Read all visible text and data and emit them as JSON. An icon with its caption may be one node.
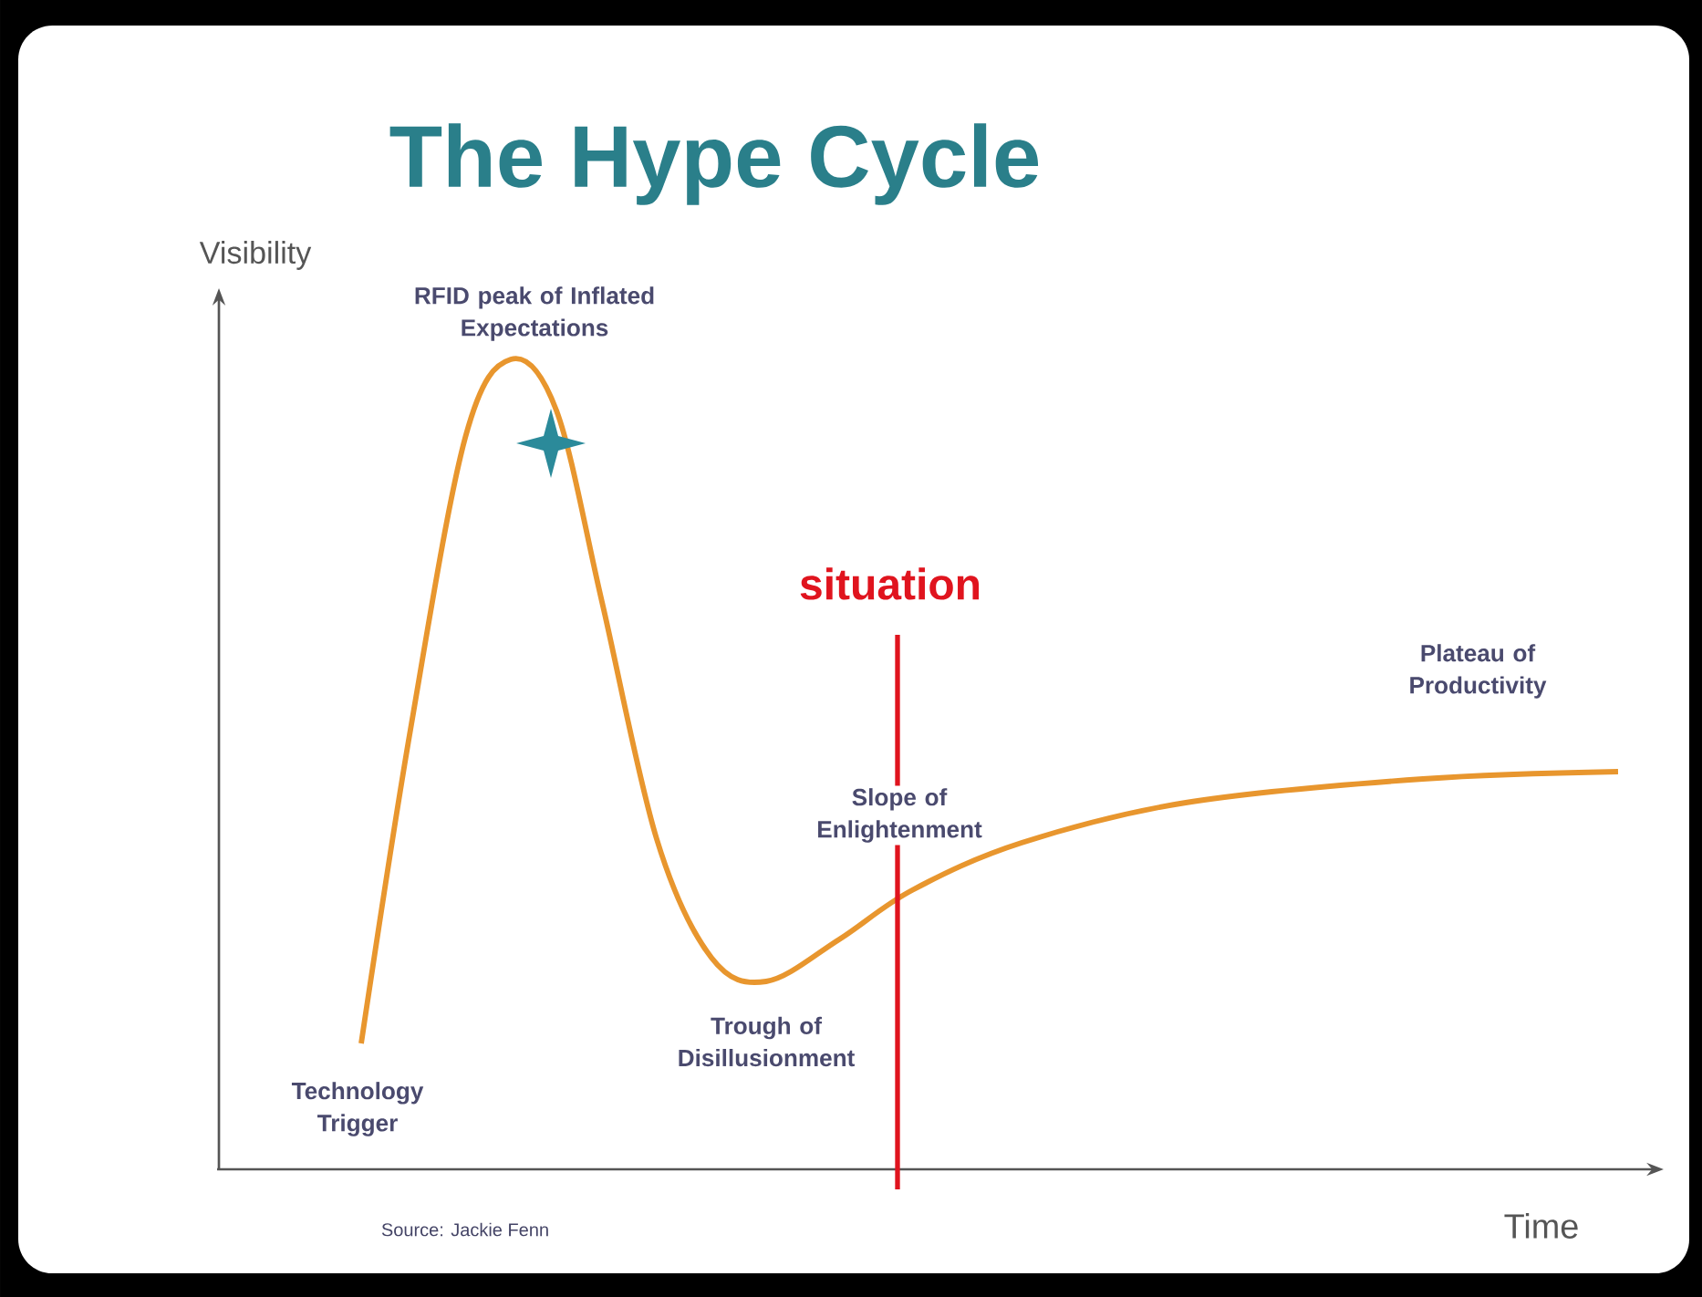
{
  "diagram": {
    "title": "The Hype Cycle",
    "labels": [
      "Visibility",
      "RFID peak of Inflated Expectations",
      "situation",
      "Plateau of Productivity",
      "Slope of Enlightenment",
      "Trough of Disillusionment",
      "Technology Trigger",
      "Source: Jackie Fenn",
      "Time"
    ]
  }
}
